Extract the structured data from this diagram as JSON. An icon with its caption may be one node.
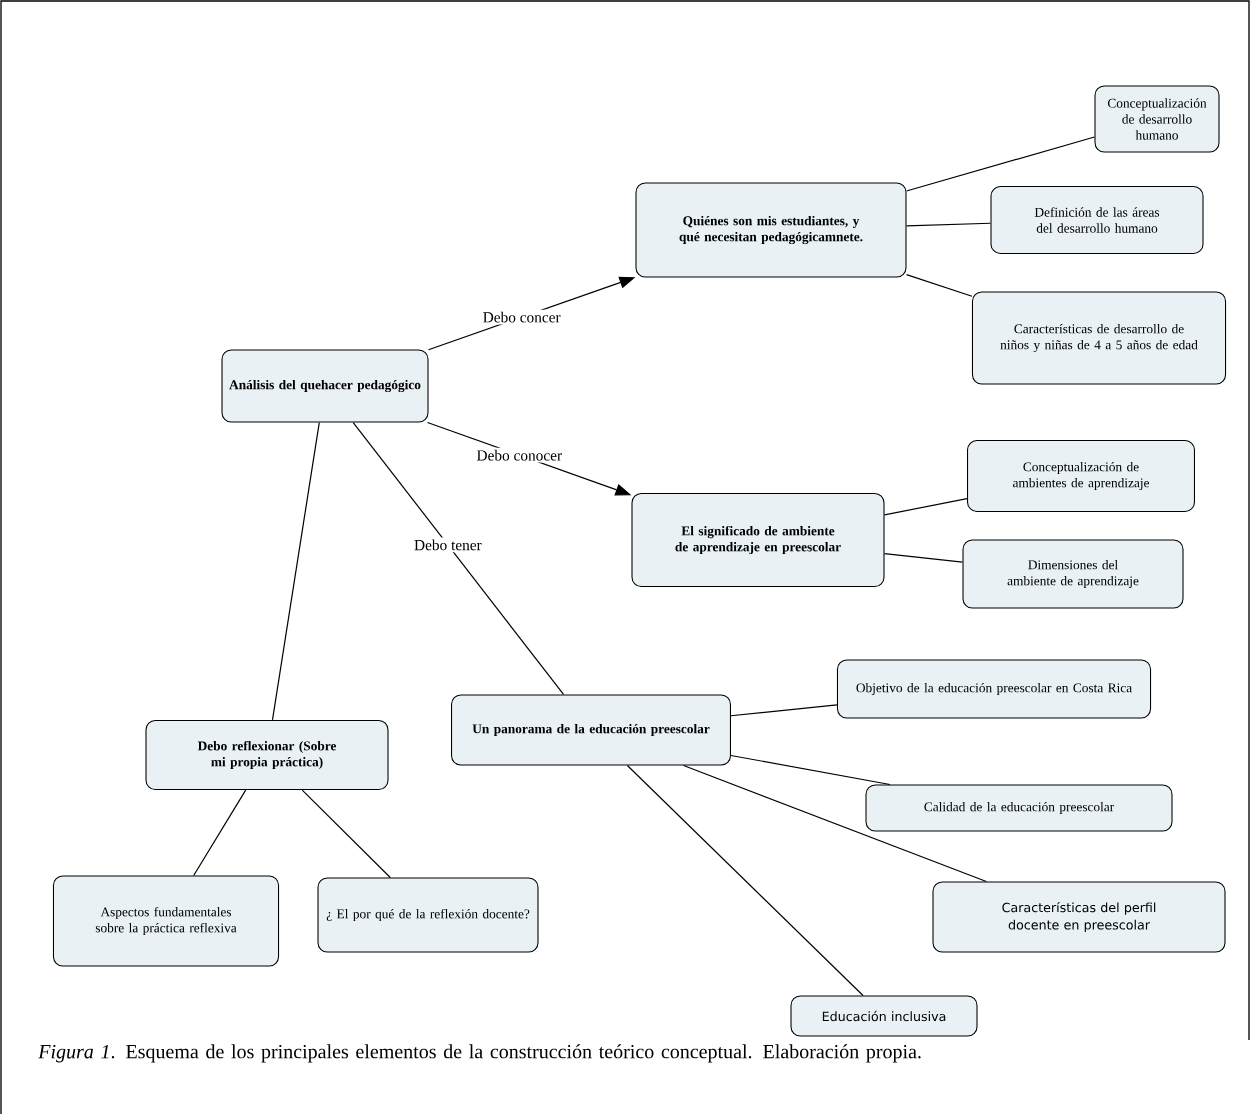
{
  "diagram": {
    "caption": "*Figura 1*. Esquema de los principales elementos de la construcción teórico conceptual. Elaboración propia.",
    "nodes": [
      {
        "text": [
          "Análisis del quehacer pedagógico"
        ]
      },
      {
        "text": [
          "Quiénes son mis estudiantes, y qué necesitan pedagógicamnete."
        ]
      },
      {
        "text": [
          "Conceptualización de desarrollo humano"
        ]
      },
      {
        "text": [
          "Definición de las áreas del desarrollo humano"
        ]
      },
      {
        "text": [
          "Características de desarrollo de niños y niñas de 4 a 5 años de edad"
        ]
      },
      {
        "text": [
          "El significado de ambiente de aprendizaje en preescolar"
        ]
      },
      {
        "text": [
          "Conceptualización de ambientes de aprendizaje"
        ]
      },
      {
        "text": [
          "Dimensiones del ambiente de aprendizaje"
        ]
      },
      {
        "text": [
          "Un panorama de la educación preescolar"
        ]
      },
      {
        "text": [
          "Objetivo de la educación preescolar en Costa Rica"
        ]
      },
      {
        "text": [
          "Calidad de la educación preescolar"
        ]
      },
      {
        "text": [
          "Características del perfil docente en preescolar"
        ]
      },
      {
        "text": [
          "Educación inclusiva"
        ]
      },
      {
        "text": [
          "Debo reflexionar (Sobre mi propia práctica)"
        ]
      },
      {
        "text": [
          "Aspectos fundamentales sobre la práctica reflexiva"
        ]
      },
      {
        "text": [
          "¿ El por qué de la reflexión docente?"
        ]
      }
    ],
    "edges": [
      {
        "from": 0,
        "to": 1,
        "arrow": "to",
        "label": "Debo concer"
      },
      {
        "from": 0,
        "to": 5,
        "arrow": "to",
        "label": "Debo conocer"
      },
      {
        "from": 0,
        "to": 8,
        "arrow": "none",
        "label": "Debo tener"
      },
      {
        "from": 0,
        "to": 13,
        "arrow": "none"
      },
      {
        "from": 1,
        "to": 2,
        "arrow": "none"
      },
      {
        "from": 1,
        "to": 3,
        "arrow": "none"
      },
      {
        "from": 1,
        "to": 4,
        "arrow": "none"
      },
      {
        "from": 5,
        "to": 6,
        "arrow": "none"
      },
      {
        "from": 5,
        "to": 7,
        "arrow": "none"
      },
      {
        "from": 8,
        "to": 9,
        "arrow": "none"
      },
      {
        "from": 8,
        "to": 10,
        "arrow": "none"
      },
      {
        "from": 8,
        "to": 11,
        "arrow": "none"
      },
      {
        "from": 8,
        "to": 12,
        "arrow": "none"
      },
      {
        "from": 13,
        "to": 14,
        "arrow": "none"
      },
      {
        "from": 13,
        "to": 15,
        "arrow": "none"
      }
    ]
  }
}
